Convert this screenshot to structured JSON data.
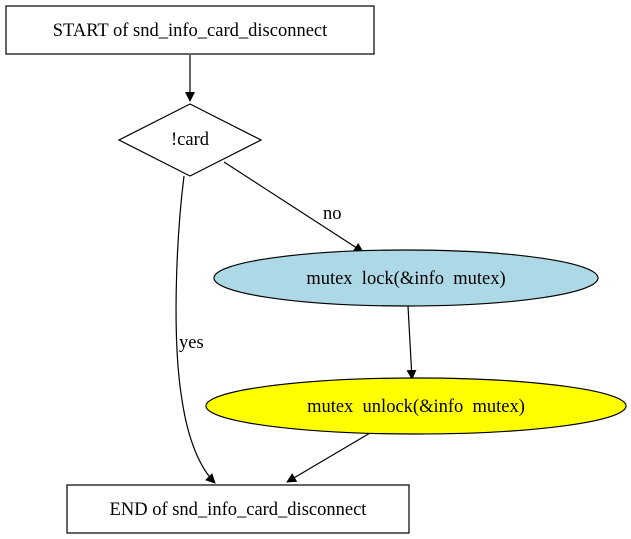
{
  "diagram": {
    "type": "flowchart",
    "nodes": {
      "start": {
        "label": "START of snd_info_card_disconnect",
        "shape": "box",
        "fill": "#ffffff"
      },
      "cond": {
        "label": "!card",
        "shape": "diamond",
        "fill": "#ffffff"
      },
      "lock": {
        "label": "mutex  lock(&info  mutex)",
        "shape": "ellipse",
        "fill": "#add8e6"
      },
      "unlock": {
        "label": "mutex  unlock(&info  mutex)",
        "shape": "ellipse",
        "fill": "#ffff00"
      },
      "end": {
        "label": "END of snd_info_card_disconnect",
        "shape": "box",
        "fill": "#ffffff"
      }
    },
    "edges": [
      {
        "from": "start",
        "to": "cond",
        "label": ""
      },
      {
        "from": "cond",
        "to": "lock",
        "label": "no"
      },
      {
        "from": "cond",
        "to": "end",
        "label": "yes"
      },
      {
        "from": "lock",
        "to": "unlock",
        "label": ""
      },
      {
        "from": "unlock",
        "to": "end",
        "label": ""
      }
    ],
    "edge_labels": {
      "no": "no",
      "yes": "yes"
    }
  }
}
